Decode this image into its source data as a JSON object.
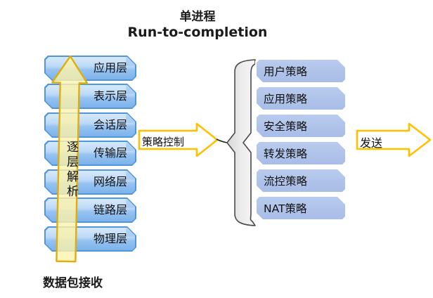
{
  "title": {
    "line1": "单进程",
    "line2": "Run-to-completion"
  },
  "left_stack": {
    "items": [
      {
        "label": "应用层"
      },
      {
        "label": "表示层"
      },
      {
        "label": "会话层"
      },
      {
        "label": "传输层"
      },
      {
        "label": "网络层"
      },
      {
        "label": "链路层"
      },
      {
        "label": "物理层"
      }
    ]
  },
  "up_arrow": {
    "label": "逐层解析"
  },
  "receive_label": "数据包接收",
  "policy_arrow": {
    "label": "策略控制"
  },
  "send_arrow": {
    "label": "发送"
  },
  "right_stack": {
    "items": [
      {
        "label": "用户策略"
      },
      {
        "label": "应用策略"
      },
      {
        "label": "安全策略"
      },
      {
        "label": "转发策略"
      },
      {
        "label": "流控策略"
      },
      {
        "label": "NAT策略"
      }
    ]
  },
  "colors": {
    "bar_border": "#4f96dd",
    "bar_fill_top": "#d7e9fb",
    "bar_fill_bottom": "#7db2ea",
    "policy_fill": "#aec2e9",
    "arrow_outline_gold": "#ffc000",
    "up_arrow_fill": "#faf2ae",
    "up_arrow_border": "#dfae0a",
    "brace_fill": "#ebebeb",
    "brace_outline": "#4a4a4a",
    "text": "#111111"
  }
}
